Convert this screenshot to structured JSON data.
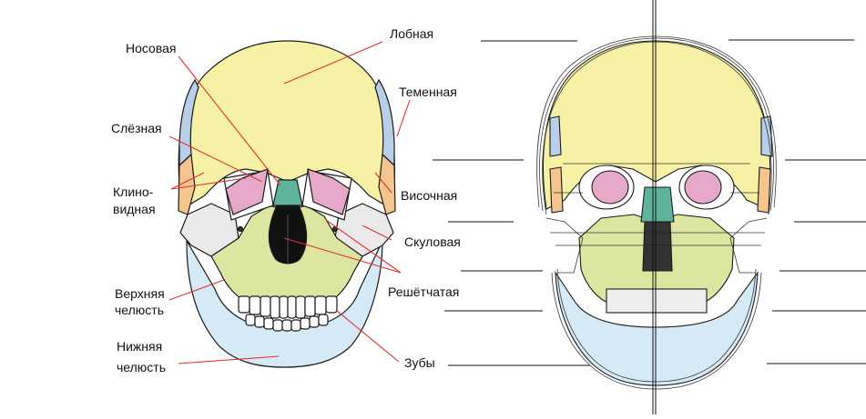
{
  "labels": {
    "frontal": "Лобная",
    "nasal": "Носовая",
    "parietal": "Теменная",
    "lacrimal": "Слёзная",
    "sphenoid_1": "Клино-",
    "sphenoid_2": "видная",
    "temporal": "Височная",
    "zygomatic": "Скуловая",
    "ethmoid": "Решётчатая",
    "maxilla_1": "Верхняя",
    "maxilla_2": "челюсть",
    "mandible_1": "Нижняя",
    "mandible_2": "челюсть",
    "teeth": "Зубы"
  },
  "colors": {
    "frontal": "#f7f1a6",
    "parietal": "#b9cfe9",
    "temporal": "#f6c48d",
    "sphenoid": "#f6c48d",
    "lacrimal": "#e6a9c9",
    "nasal": "#5fb39a",
    "maxilla": "#dde6a0",
    "mandible": "#d5eaf6",
    "zygomatic": "#eaeaea",
    "teeth": "#ffffff",
    "leader": "#e23030",
    "outline": "#1a1a1a"
  }
}
